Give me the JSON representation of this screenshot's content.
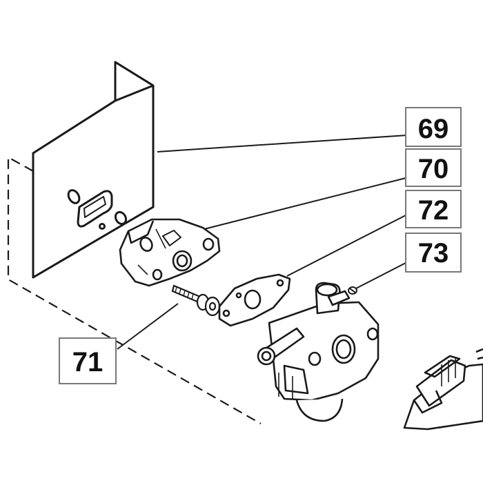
{
  "callouts": [
    {
      "key": "c69",
      "label": "69"
    },
    {
      "key": "c70",
      "label": "70"
    },
    {
      "key": "c72",
      "label": "72"
    },
    {
      "key": "c73",
      "label": "73"
    },
    {
      "key": "c71",
      "label": "71"
    }
  ],
  "colors": {
    "line": "#1a1a1a",
    "box_border": "#777777",
    "background": "#ffffff",
    "part_fill": "#ffffff",
    "shadow": "#d9d9d9"
  }
}
